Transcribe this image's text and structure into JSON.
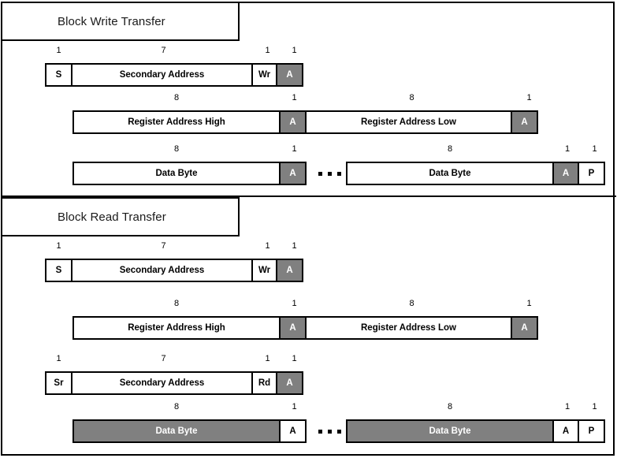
{
  "figure": {
    "sections": [
      {
        "id": "block-write-transfer",
        "title": "Block Write Transfer",
        "rows": [
          {
            "id": "write-address-row",
            "cells": [
              {
                "label": "S",
                "bits": "1",
                "shaded": false
              },
              {
                "label": "Secondary Address",
                "bits": "7",
                "shaded": false
              },
              {
                "label": "Wr",
                "bits": "1",
                "shaded": false
              },
              {
                "label": "A",
                "bits": "1",
                "shaded": true
              }
            ]
          },
          {
            "id": "write-register-row",
            "cells": [
              {
                "label": "Register Address High",
                "bits": "8",
                "shaded": false
              },
              {
                "label": "A",
                "bits": "1",
                "shaded": true
              },
              {
                "label": "Register Address Low",
                "bits": "8",
                "shaded": false
              },
              {
                "label": "A",
                "bits": "1",
                "shaded": true
              }
            ]
          },
          {
            "id": "write-data-row",
            "cells": [
              {
                "label": "Data Byte",
                "bits": "8",
                "shaded": false
              },
              {
                "label": "A",
                "bits": "1",
                "shaded": true
              },
              {
                "label": "Data Byte",
                "bits": "8",
                "shaded": false
              },
              {
                "label": "A",
                "bits": "1",
                "shaded": true
              },
              {
                "label": "P",
                "bits": "1",
                "shaded": false
              }
            ],
            "ellipsis": "• • •"
          }
        ]
      },
      {
        "id": "block-read-transfer",
        "title": "Block Read Transfer",
        "rows": [
          {
            "id": "read-address-row",
            "cells": [
              {
                "label": "S",
                "bits": "1",
                "shaded": false
              },
              {
                "label": "Secondary Address",
                "bits": "7",
                "shaded": false
              },
              {
                "label": "Wr",
                "bits": "1",
                "shaded": false
              },
              {
                "label": "A",
                "bits": "1",
                "shaded": true
              }
            ]
          },
          {
            "id": "read-register-row",
            "cells": [
              {
                "label": "Register Address High",
                "bits": "8",
                "shaded": false
              },
              {
                "label": "A",
                "bits": "1",
                "shaded": true
              },
              {
                "label": "Register Address Low",
                "bits": "8",
                "shaded": false
              },
              {
                "label": "A",
                "bits": "1",
                "shaded": true
              }
            ]
          },
          {
            "id": "read-restart-row",
            "cells": [
              {
                "label": "Sr",
                "bits": "1",
                "shaded": false
              },
              {
                "label": "Secondary Address",
                "bits": "7",
                "shaded": false
              },
              {
                "label": "Rd",
                "bits": "1",
                "shaded": false
              },
              {
                "label": "A",
                "bits": "1",
                "shaded": true
              }
            ]
          },
          {
            "id": "read-data-row",
            "cells": [
              {
                "label": "Data Byte",
                "bits": "8",
                "shaded": true
              },
              {
                "label": "A",
                "bits": "1",
                "shaded": false
              },
              {
                "label": "Data Byte",
                "bits": "8",
                "shaded": true
              },
              {
                "label": "A",
                "bits": "1",
                "shaded": false
              },
              {
                "label": "P",
                "bits": "1",
                "shaded": false
              }
            ],
            "ellipsis": "• • •"
          }
        ]
      }
    ]
  },
  "colors": {
    "shaded_fill": "#808080",
    "shaded_text": "#ffffff",
    "unshaded_fill": "#ffffff",
    "line": "#000000"
  }
}
